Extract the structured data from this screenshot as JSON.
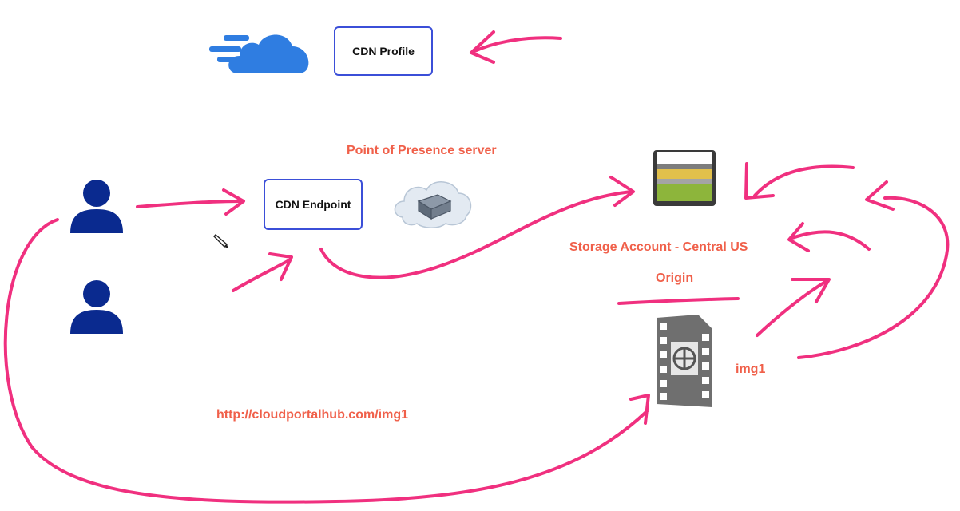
{
  "diagram": {
    "cdn_profile_label": "CDN Profile",
    "cdn_endpoint_label": "CDN Endpoint",
    "pop_server_label": "Point of Presence server",
    "storage_label": "Storage Account - Central US",
    "origin_label": "Origin",
    "img_label": "img1",
    "url_label": "http://cloudportalhub.com/img1"
  },
  "colors": {
    "accent_pink": "#f0307f",
    "label_orange": "#f0604a",
    "box_border": "#3b4fd8",
    "user_blue": "#0a2a8f",
    "cloud_blue": "#2f7de1"
  },
  "icons": [
    "cdn-cloud-icon",
    "user-icon",
    "user-icon",
    "pop-server-icon",
    "storage-icon",
    "film-icon",
    "pencil-cursor-icon"
  ]
}
